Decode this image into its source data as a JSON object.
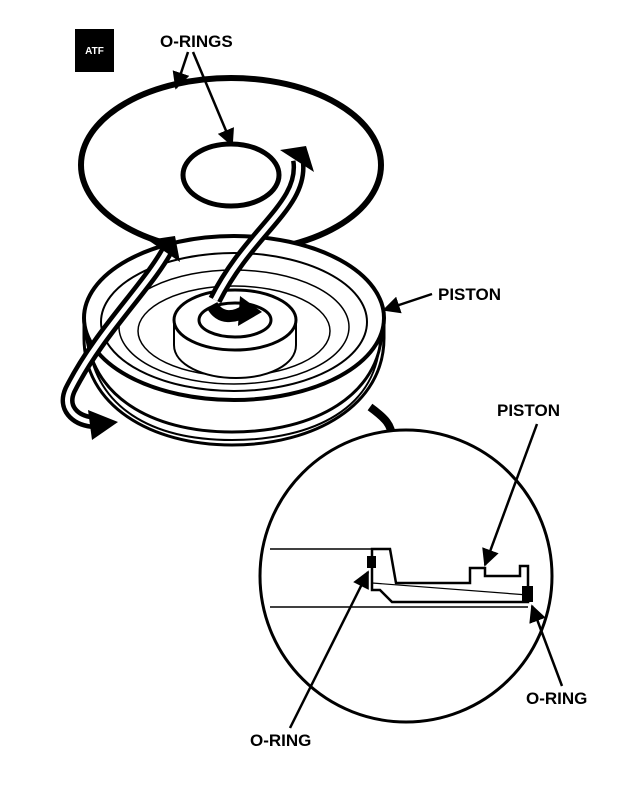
{
  "badge": {
    "label": "ATF"
  },
  "labels": {
    "o_rings_top": "O-RINGS",
    "piston_main": "PISTON",
    "piston_detail": "PISTON",
    "o_ring_left": "O-RING",
    "o_ring_right": "O-RING"
  },
  "colors": {
    "ink": "#000000",
    "paper": "#ffffff"
  }
}
